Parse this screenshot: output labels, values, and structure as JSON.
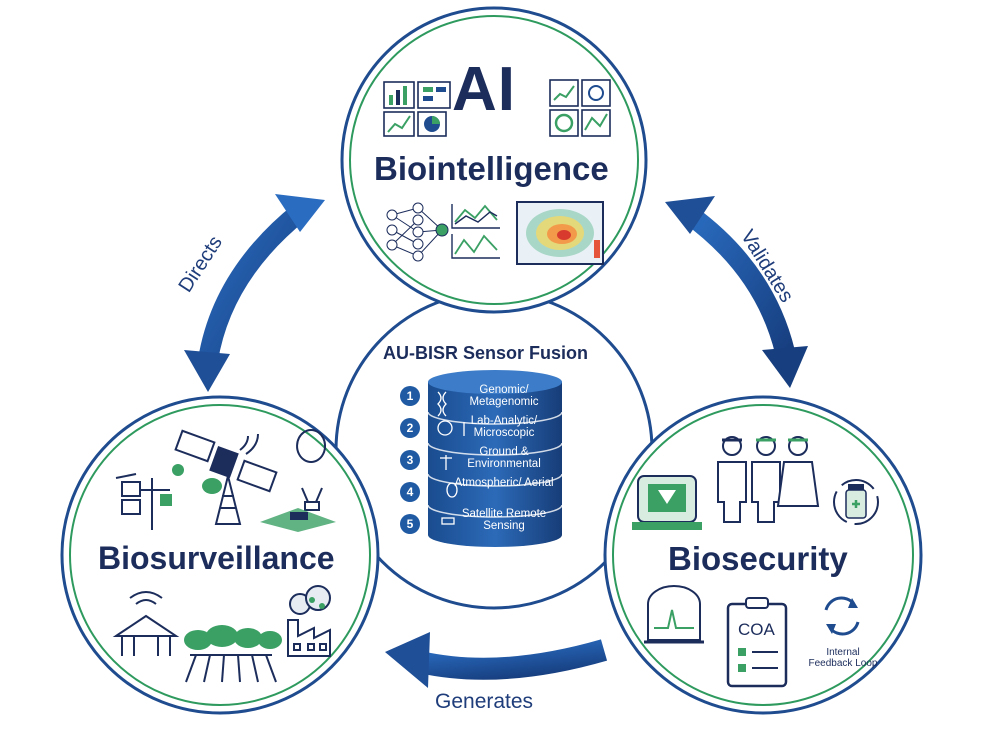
{
  "nodes": {
    "ai": {
      "title": "AI",
      "subtitle": "Biointelligence"
    },
    "biosurveillance": {
      "title": "Biosurveillance"
    },
    "biosecurity": {
      "title": "Biosecurity",
      "coa_label": "COA",
      "feedback_label": "Internal Feedback Loop"
    }
  },
  "center": {
    "title": "AU-BISR Sensor Fusion",
    "layers": [
      {
        "num": "1",
        "label": "Genomic/ Metagenomic",
        "icon": "dna-icon"
      },
      {
        "num": "2",
        "label": "Lab-Analytic/ Microscopic",
        "icon": "microscope-icon"
      },
      {
        "num": "3",
        "label": "Ground & Environmental",
        "icon": "weather-station-icon"
      },
      {
        "num": "4",
        "label": "Atmospheric/ Aerial",
        "icon": "balloon-icon"
      },
      {
        "num": "5",
        "label": "Satellite Remote Sensing",
        "icon": "satellite-icon"
      }
    ]
  },
  "edges": {
    "directs": "Directs",
    "validates": "Validates",
    "generates": "Generates"
  },
  "colors": {
    "navy": "#1c2d5c",
    "ring_blue": "#1f4b8f",
    "ring_green": "#2e9a5e",
    "arrow": "#1f4f97",
    "accent_green": "#3aa064"
  }
}
